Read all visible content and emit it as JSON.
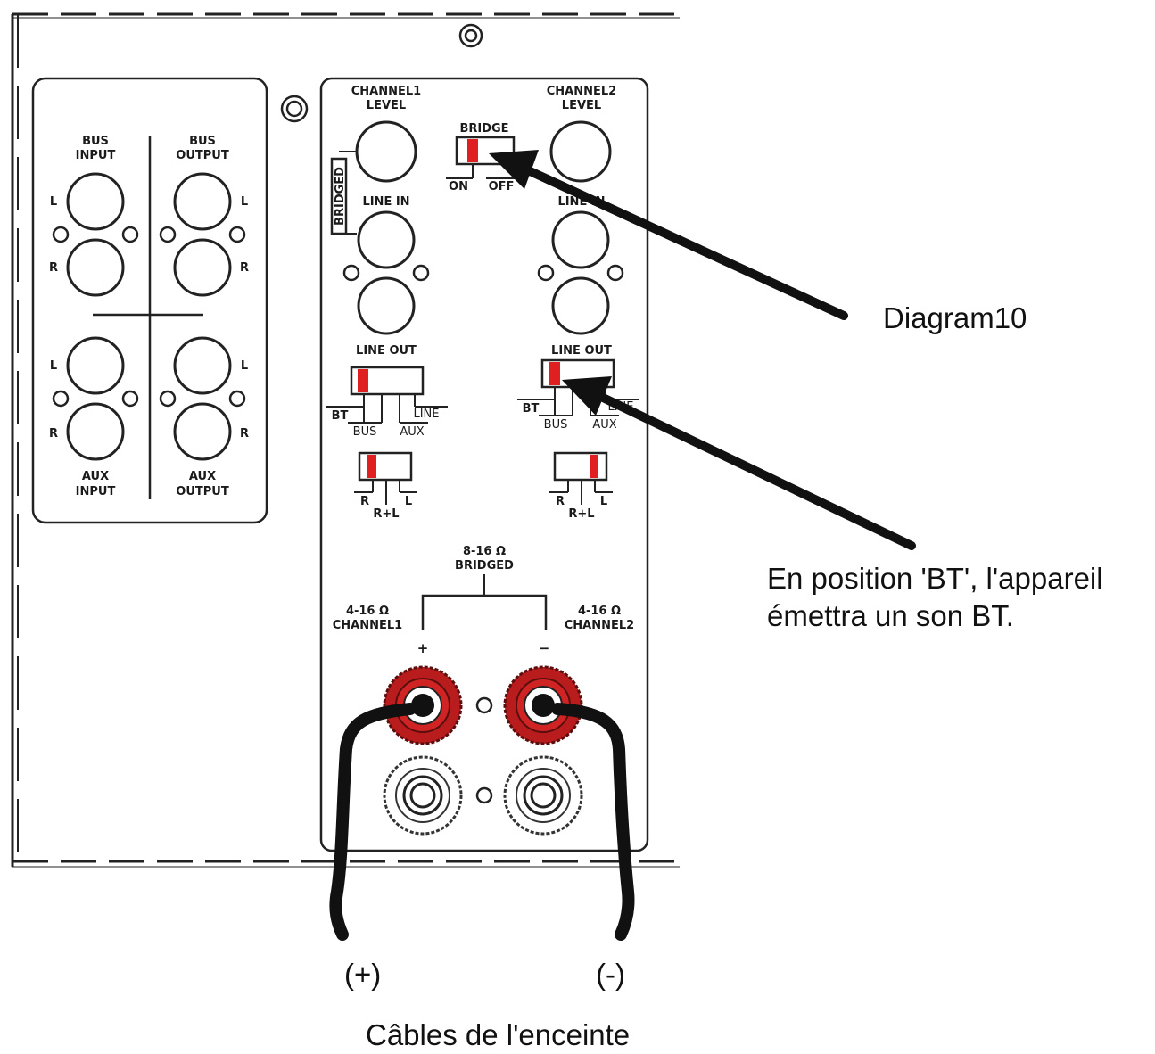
{
  "panel": {
    "bus_input": [
      "BUS",
      "INPUT"
    ],
    "bus_output": [
      "BUS",
      "OUTPUT"
    ],
    "aux_input": [
      "AUX",
      "INPUT"
    ],
    "aux_output": [
      "AUX",
      "OUTPUT"
    ],
    "left": "L",
    "right": "R"
  },
  "amp": {
    "channel1_level": [
      "CHANNEL1",
      "LEVEL"
    ],
    "channel2_level": [
      "CHANNEL2",
      "LEVEL"
    ],
    "bridge": "BRIDGE",
    "bridge_on": "ON",
    "bridge_off": "OFF",
    "bridged_vertical": "BRIDGED",
    "line_in": "LINE IN",
    "line_out": "LINE OUT",
    "sel_bt": "BT",
    "sel_bus": "BUS",
    "sel_aux": "AUX",
    "sel_line": "LINE",
    "sel_r": "R",
    "sel_rl": "R+L",
    "sel_l": "L",
    "bridged_imp": [
      "8-16 Ω",
      "BRIDGED"
    ],
    "ch1_imp": [
      "4-16 Ω",
      "CHANNEL1"
    ],
    "ch2_imp": [
      "4-16 Ω",
      "CHANNEL2"
    ],
    "plus": "+",
    "minus": "−"
  },
  "annotations": {
    "diagram_label": "Diagram10",
    "bt_note": [
      "En position 'BT', l'appareil",
      "émettra un son BT."
    ],
    "cable_plus": "(+)",
    "cable_minus": "(-)",
    "cables_caption": "Câbles de l'enceinte"
  },
  "colors": {
    "switch_red": "#e02020",
    "terminal_red": "#b81c1c",
    "outline": "#222222"
  }
}
